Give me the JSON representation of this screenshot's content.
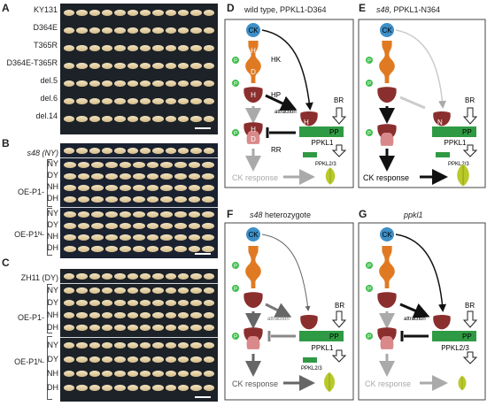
{
  "panels": {
    "A": {
      "letter": "A",
      "rows": [
        "KY131",
        "D364E",
        "T365R",
        "D364E-T365R",
        "del.5",
        "del.6",
        "del.14"
      ]
    },
    "B": {
      "letter": "B",
      "top": "s48 (NY)",
      "group1": "OE-P1-",
      "group2": "OE-P1ᴺ-",
      "sub": [
        "NY",
        "DY",
        "NH",
        "DH"
      ]
    },
    "C": {
      "letter": "C",
      "top": "ZH11 (DY)",
      "group1": "OE-P1-",
      "group2": "OE-P1ᴺ-",
      "sub": [
        "NY",
        "DY",
        "NH",
        "DH"
      ]
    },
    "D": {
      "letter": "D",
      "title": "wild type, PPKL1-D364"
    },
    "E": {
      "letter": "E",
      "title_italic": "s48",
      "title_rest": ", PPKL1-N364"
    },
    "F": {
      "letter": "F",
      "title_italic": "s48",
      "title_rest": " heterozygote"
    },
    "G": {
      "letter": "G",
      "title_italic": "ppkl1"
    }
  },
  "diagram_labels": {
    "ck": "CK",
    "h": "H",
    "d": "D",
    "hk": "HK",
    "hp": "HP",
    "rr": "RR",
    "br": "BR",
    "pp": "PP",
    "ppkl1": "PPKL1",
    "ppkl23": "PPKL2/3",
    "ppkl23_small": "PPKL2/3",
    "attraction": "attraction",
    "ck_response": "CK response",
    "p": "P",
    "n": "N"
  },
  "colors": {
    "hk": "#e07a22",
    "hp": "#8b2e2e",
    "rr": "#d9898a",
    "ppkl": "#2f9a44",
    "ck": "#3d8fc6",
    "leaf": "#b8c92a",
    "phospho": "#3fbf4c",
    "grain": "#e6d4a8",
    "photo_bg": "#1d2228"
  }
}
